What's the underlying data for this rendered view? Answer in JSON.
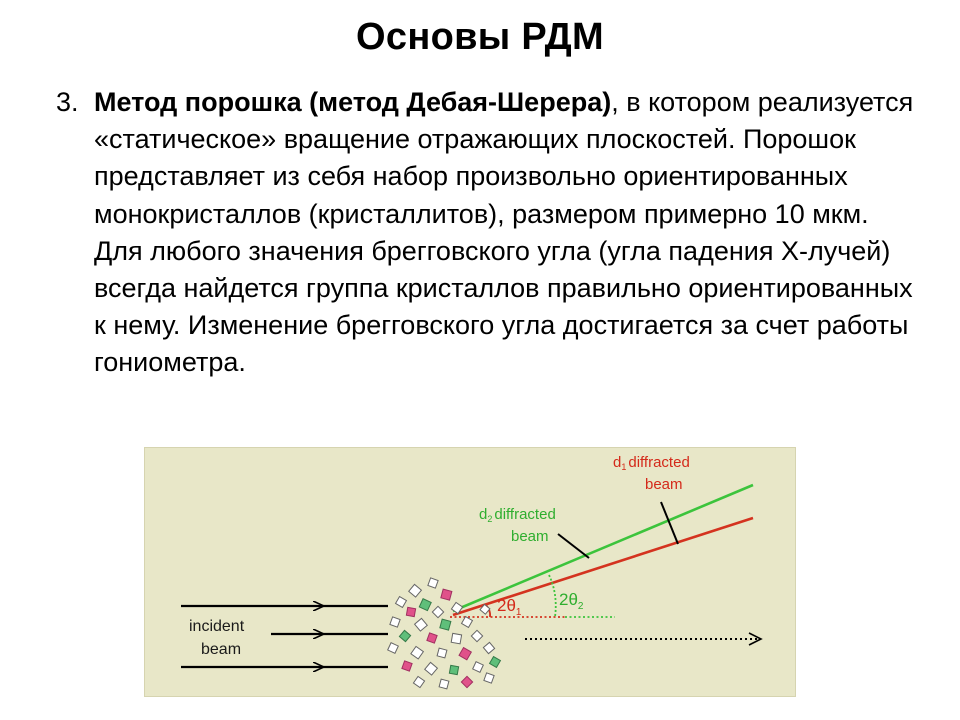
{
  "slide": {
    "title": "Основы РДМ",
    "item_number": "3.",
    "lead_bold": "Метод порошка (метод Дебая-Шерера)",
    "body_text": ", в котором реализуется «статическое» вращение отражающих плоскостей. Порошок представляет из себя набор произвольно ориентированных монокристаллов (кристаллитов), размером примерно 10 мкм. Для любого значения брегговского угла (угла падения X-лучей) всегда найдется группа кристаллов правильно ориентированных к нему. Изменение брегговского угла достигается за счет работы гониометра."
  },
  "figure": {
    "incident_line1": "incident",
    "incident_line2": "beam",
    "d2_line1": "diffracted",
    "d2_line2": "beam",
    "d2_symbol": "d",
    "d2_sub": "2",
    "d1_line1": "diffracted",
    "d1_line2": "beam",
    "d1_symbol": "d",
    "d1_sub": "1",
    "angle1_prefix": "2θ",
    "angle1_sub": "1",
    "angle2_prefix": "2θ",
    "angle2_sub": "2",
    "colors": {
      "background": "#e8e7c8",
      "green_beam": "#3cc43c",
      "red_beam": "#d4331f",
      "label_green": "#2fae2f",
      "label_red": "#d42a1a",
      "crystal_pink": "#e0528a",
      "crystal_green": "#5fbf7a"
    }
  }
}
